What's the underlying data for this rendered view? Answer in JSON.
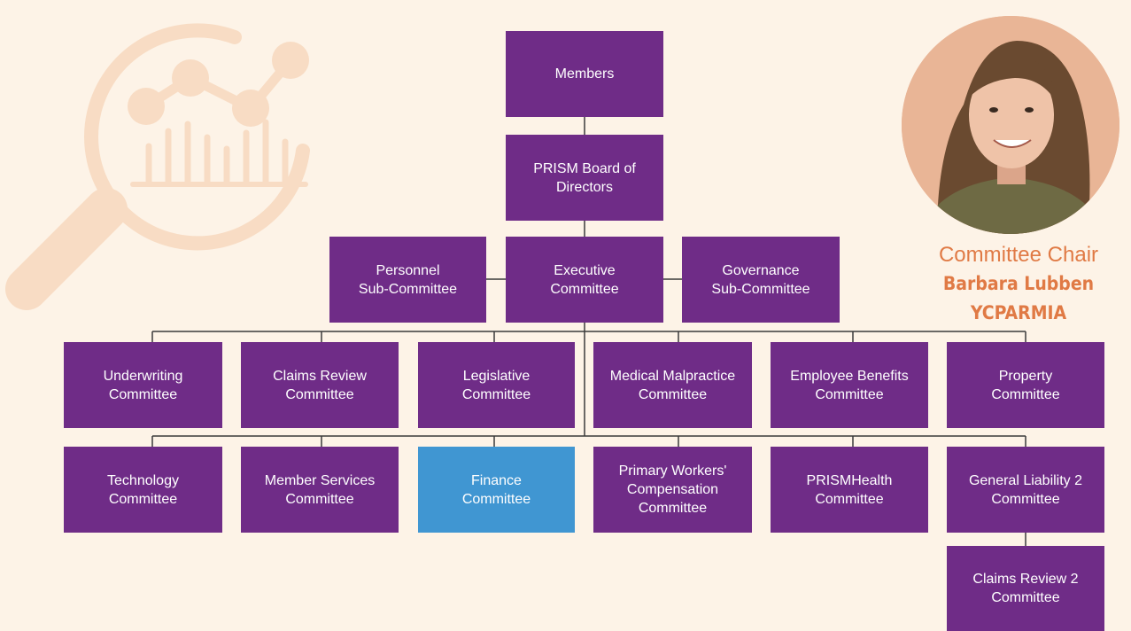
{
  "org_chart": {
    "members": "Members",
    "board": "PRISM Board of\nDirectors",
    "personnel": "Personnel\nSub-Committee",
    "executive": "Executive\nCommittee",
    "governance": "Governance\nSub-Committee",
    "row1": [
      "Underwriting\nCommittee",
      "Claims Review\nCommittee",
      "Legislative\nCommittee",
      "Medical Malpractice\nCommittee",
      "Employee Benefits\nCommittee",
      "Property\nCommittee"
    ],
    "row2": [
      "Technology\nCommittee",
      "Member Services\nCommittee",
      "Finance\nCommittee",
      "Primary Workers'\nCompensation\nCommittee",
      "PRISMHealth\nCommittee",
      "General Liability 2\nCommittee"
    ],
    "claims_review_2": "Claims Review 2\nCommittee"
  },
  "chair": {
    "role": "Committee Chair",
    "name": "Barbara Lubben",
    "org": "YCPARMIA"
  },
  "colors": {
    "box": "#6f2c87",
    "highlight": "#4096d2",
    "accent": "#e07a45",
    "background": "#fdf3e7"
  },
  "icons": {
    "decoration": "magnifier-chart-icon"
  }
}
